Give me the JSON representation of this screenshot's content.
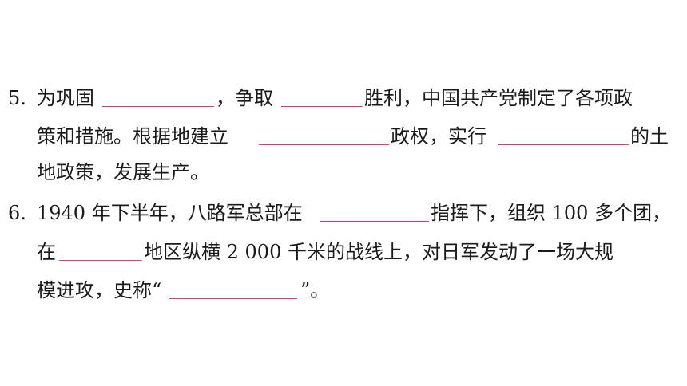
{
  "questions": [
    {
      "number": "5.",
      "lines": [
        [
          "为巩固",
          "，争取",
          "胜利，中国共产党制定了各项政"
        ],
        [
          "策和措施。根据地建立",
          "政权，实行",
          "的土"
        ],
        [
          "地政策，发展生产。"
        ]
      ]
    },
    {
      "number": "6.",
      "lines": [
        [
          "1940 年下半年，八路军总部在",
          "指挥下，组织 100 多个团，"
        ],
        [
          "在",
          "地区纵横 2 000 千米的战线上，对日军发动了一场大规"
        ],
        [
          "模进攻，史称“",
          "”。"
        ]
      ]
    }
  ],
  "colors": {
    "text": "#1a1a1a",
    "blank_underline": "#e0368a",
    "background": "#ffffff"
  }
}
